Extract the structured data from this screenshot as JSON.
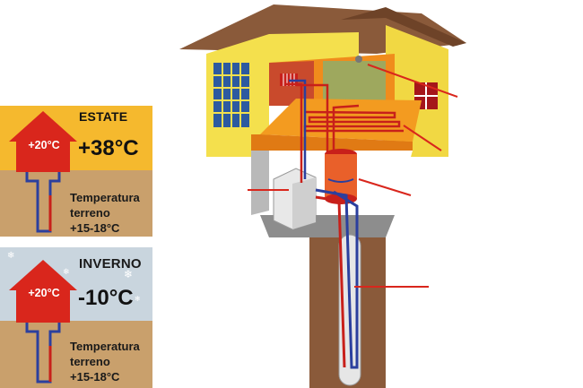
{
  "summer": {
    "season": "ESTATE",
    "inside_temp": "+20°C",
    "outside_temp": "+38°C",
    "ground_line1": "Temperatura",
    "ground_line2": "terreno",
    "ground_line3": "+15-18°C"
  },
  "winter": {
    "season": "INVERNO",
    "inside_temp": "+20°C",
    "outside_temp": "-10°C",
    "ground_line1": "Temperatura",
    "ground_line2": "terreno",
    "ground_line3": "+15-18°C"
  },
  "colors": {
    "summer_sky": "#f5b92e",
    "winter_sky": "#c9d5de",
    "ground": "#c9a06c",
    "house_red": "#d9261c",
    "pipe_blue": "#2b3f9e",
    "pipe_red": "#c8201a",
    "house_wall": "#f4e04d",
    "roof": "#8a5a3a"
  }
}
